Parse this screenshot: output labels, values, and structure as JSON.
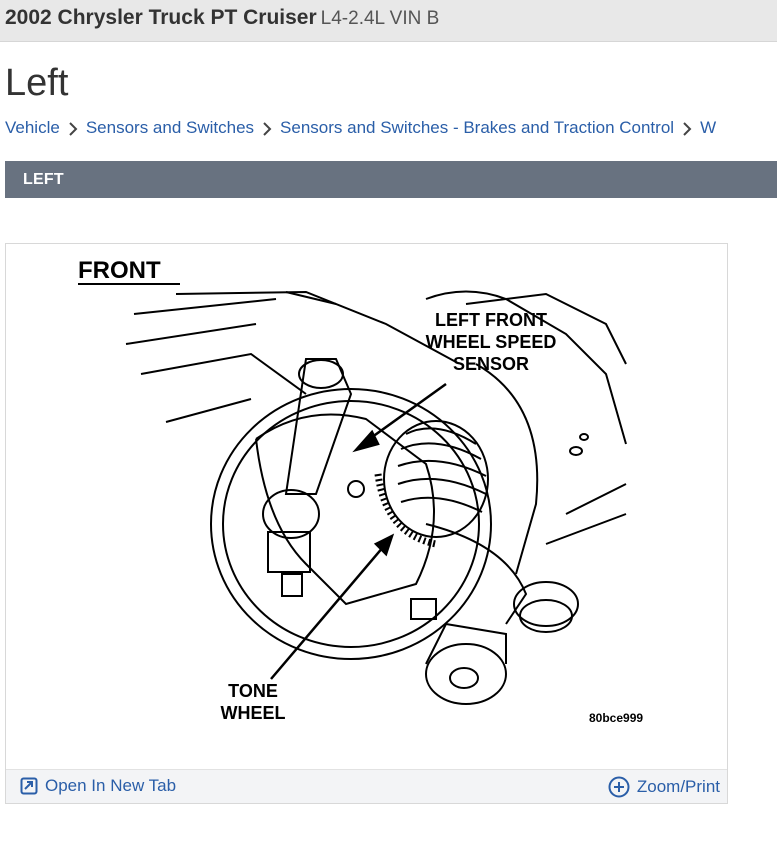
{
  "header": {
    "vehicle": "2002 Chrysler Truck PT Cruiser",
    "engine": "L4-2.4L VIN B"
  },
  "page_title": "Left",
  "breadcrumb": [
    {
      "label": "Vehicle"
    },
    {
      "label": "Sensors and Switches"
    },
    {
      "label": "Sensors and Switches - Brakes and Traction Control"
    },
    {
      "label": "W"
    }
  ],
  "section": {
    "label": "LEFT"
  },
  "figure": {
    "heading": "FRONT",
    "callout_sensor": [
      "LEFT FRONT",
      "WHEEL SPEED",
      "SENSOR"
    ],
    "callout_tone": [
      "TONE",
      "WHEEL"
    ],
    "figure_code": "80bce999"
  },
  "footer": {
    "open_label": "Open In New Tab",
    "zoom_label": "Zoom/Print",
    "open_icon": "open-in-new-tab-icon",
    "zoom_icon": "zoom-plus-icon"
  },
  "colors": {
    "link": "#2a5ea8",
    "section_bar": "#687280",
    "topbar": "#e8e8e8"
  }
}
